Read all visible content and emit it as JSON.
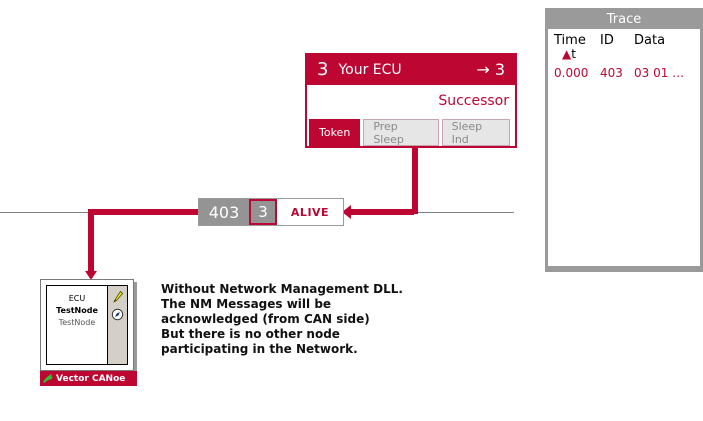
{
  "ecu_panel": {
    "node_number": "3",
    "title": "Your ECU",
    "successor_arrow": "→ 3",
    "successor_label": "Successor",
    "tabs": [
      {
        "label": "Token",
        "state": "active"
      },
      {
        "label": "Prep Sleep",
        "state": "inactive"
      },
      {
        "label": "Sleep Ind",
        "state": "inactive"
      }
    ]
  },
  "message": {
    "id": "403",
    "node": "3",
    "state": "ALIVE"
  },
  "node_icon": {
    "line1": "ECU",
    "line2": "TestNode",
    "line3": "TestNode",
    "logo_text": "Vector CANoe",
    "tools": [
      {
        "name": "pencil-icon"
      },
      {
        "name": "compass-icon"
      }
    ]
  },
  "annotation": {
    "lines": [
      "Without Network Management DLL.",
      "The NM Messages will be",
      "acknowledged (from CAN side)",
      "But there is no other node",
      "participating in the Network."
    ]
  },
  "trace": {
    "title": "Trace",
    "columns": [
      "Time",
      "ID",
      "Data"
    ],
    "sort_indicator": "▲",
    "sort_label": "t",
    "rows": [
      {
        "time": "0.000",
        "id": "403",
        "data": "03 01 …"
      }
    ]
  },
  "colors": {
    "brand_crimson": "#bd0632",
    "grey_fill": "#949494",
    "panel_grey": "#9a9a9a",
    "bus_line": "#808080"
  }
}
